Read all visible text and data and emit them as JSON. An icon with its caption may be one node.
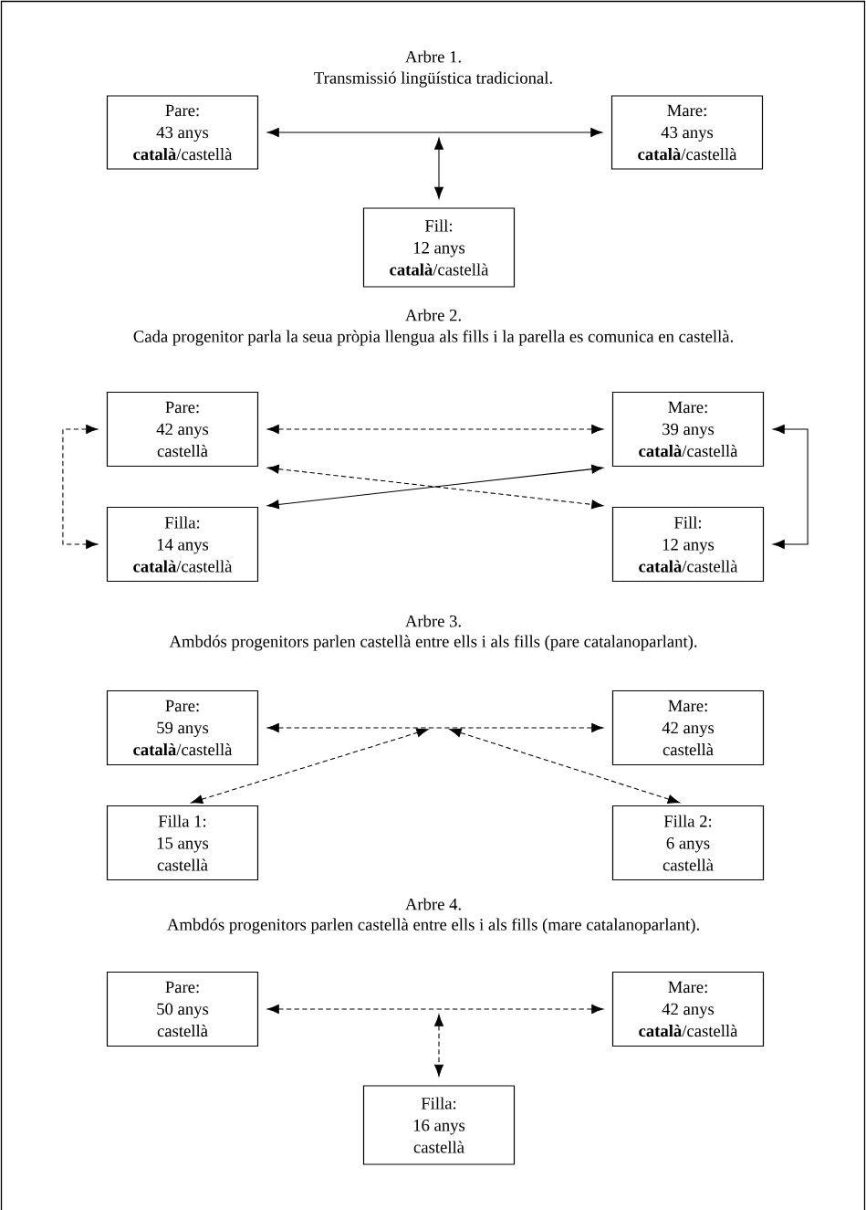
{
  "diagram": {
    "nodes": [
      {
        "text": [
          "Pare:",
          "43 anys",
          "**català**/castellà"
        ]
      },
      {
        "text": [
          "Mare:",
          "43 anys",
          "**català**/castellà"
        ]
      },
      {
        "text": [
          "Fill:",
          "12 anys",
          "**català**/castellà"
        ]
      },
      {
        "text": [
          "Pare:",
          "42 anys",
          "castellà"
        ]
      },
      {
        "text": [
          "Mare:",
          "39 anys",
          "**català**/castellà"
        ]
      },
      {
        "text": [
          "Filla:",
          "14 anys",
          "**català**/castellà"
        ]
      },
      {
        "text": [
          "Fill:",
          "12 anys",
          "**català**/castellà"
        ]
      },
      {
        "text": [
          "Pare:",
          "59 anys",
          "**català**/castellà"
        ]
      },
      {
        "text": [
          "Mare:",
          "42 anys",
          "castellà"
        ]
      },
      {
        "text": [
          "Filla 1:",
          "15 anys",
          "castellà"
        ]
      },
      {
        "text": [
          "Filla 2:",
          "6 anys",
          "castellà"
        ]
      },
      {
        "text": [
          "Pare:",
          "50 anys",
          "castellà"
        ]
      },
      {
        "text": [
          "Mare:",
          "42 anys",
          "**català**/castellà"
        ]
      },
      {
        "text": [
          "Filla:",
          "16 anys",
          "castellà"
        ]
      }
    ],
    "edges": [
      {
        "from": 0,
        "to": 1,
        "arrow": "both"
      },
      {
        "from": null,
        "to": 2,
        "arrow": "both"
      },
      {
        "from": 3,
        "to": 4,
        "arrow": "both",
        "style": "dashed"
      },
      {
        "from": 3,
        "to": 6,
        "arrow": "both",
        "style": "dashed"
      },
      {
        "from": 4,
        "to": 5,
        "arrow": "both"
      },
      {
        "from": 3,
        "to": 5,
        "arrow": "both",
        "style": "dashed"
      },
      {
        "from": 4,
        "to": 6,
        "arrow": "both"
      },
      {
        "from": 7,
        "to": 8,
        "arrow": "both",
        "style": "dashed"
      },
      {
        "from": 9,
        "to": null,
        "arrow": "both",
        "style": "dashed"
      },
      {
        "from": 10,
        "to": null,
        "arrow": "both",
        "style": "dashed"
      },
      {
        "from": 11,
        "to": 12,
        "arrow": "both",
        "style": "dashed"
      },
      {
        "from": null,
        "to": 13,
        "arrow": "both",
        "style": "dashed"
      }
    ],
    "labels": [
      "Arbre 1.",
      "Transmissió lingüística tradicional.",
      "Arbre 2.",
      "Cada progenitor parla la seua pròpia llengua als fills i la parella es comunica en castellà.",
      "Arbre 3.",
      "Ambdós progenitors parlen castellà entre ells i als fills (pare catalanoparlant).",
      "Arbre 4.",
      "Ambdós progenitors parlen castellà entre ells i als fills (mare catalanoparlant)."
    ]
  }
}
